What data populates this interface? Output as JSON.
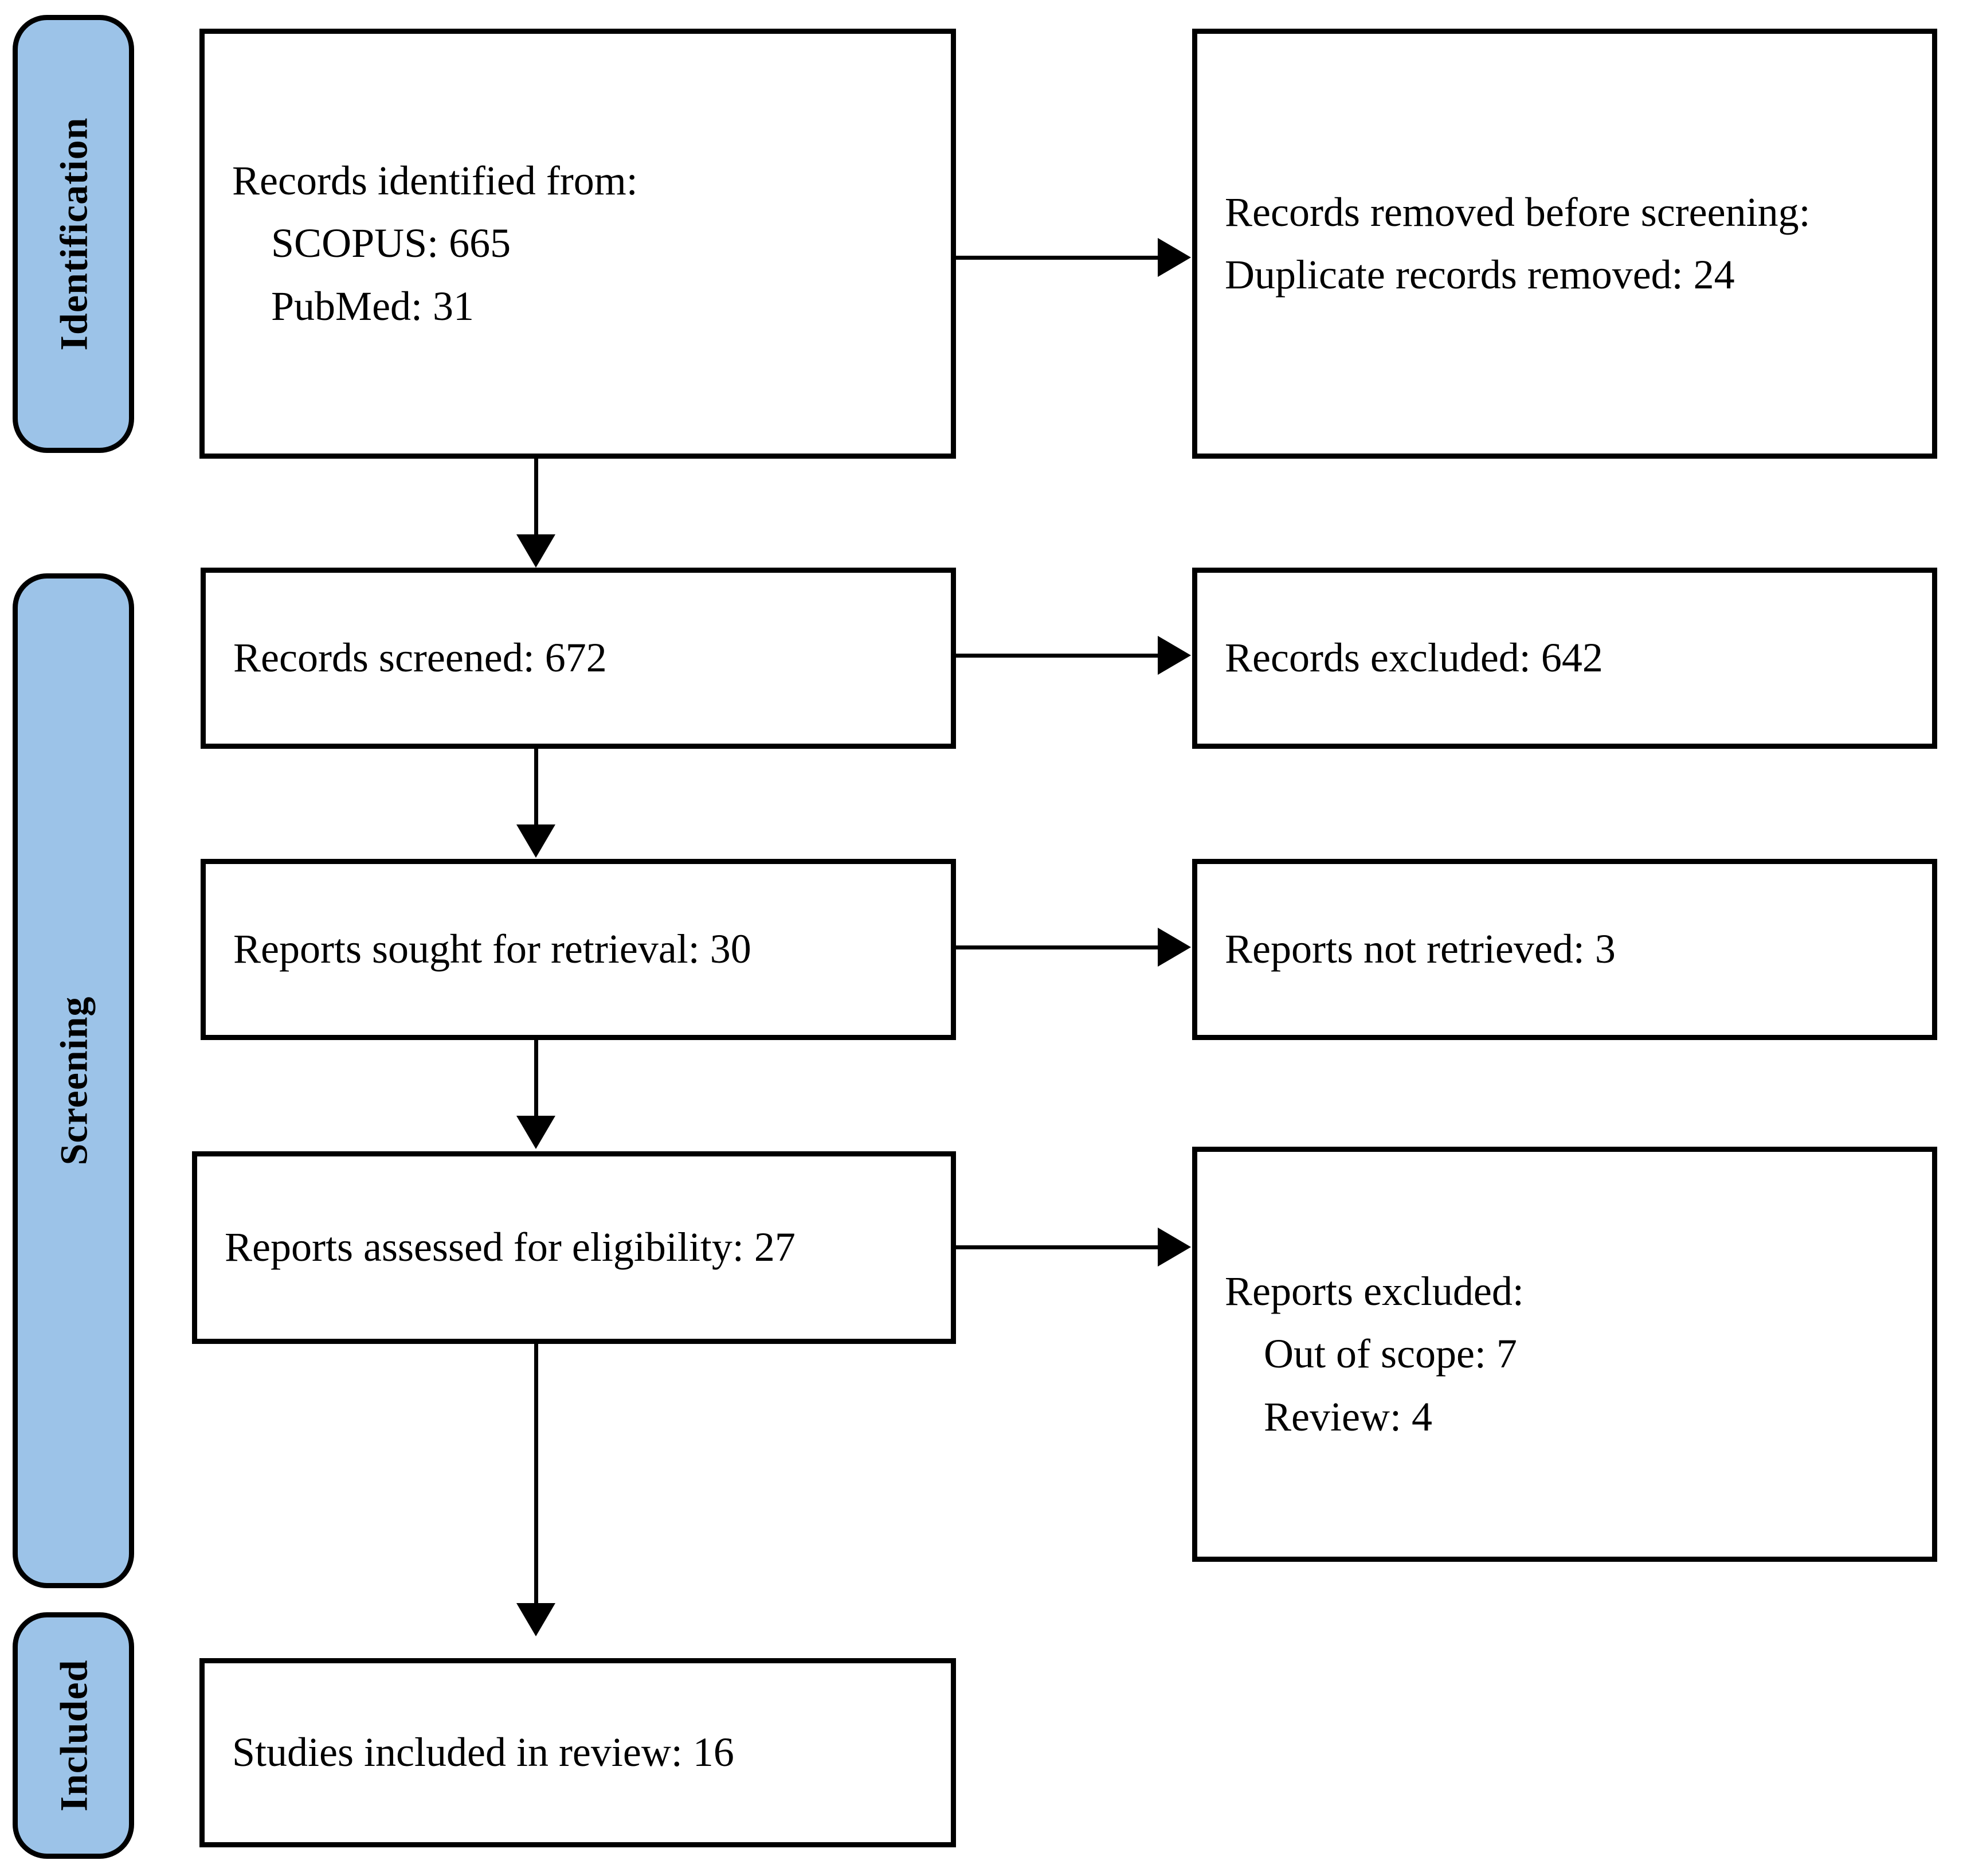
{
  "diagram": {
    "title": "PRISMA flow diagram",
    "accent_color": "#9CC3E8",
    "line_color": "#000000",
    "background": "#ffffff"
  },
  "stages": [
    {
      "id": "identification",
      "label": "Identification"
    },
    {
      "id": "screening",
      "label": "Screening"
    },
    {
      "id": "included",
      "label": "Included"
    }
  ],
  "boxes": {
    "records_identified": {
      "heading": "Records identified from:",
      "items": [
        "SCOPUS: 665",
        "PubMed: 31"
      ]
    },
    "records_removed": {
      "heading": "Records removed before screening:",
      "items": [
        "Duplicate records removed: 24"
      ]
    },
    "records_screened": {
      "heading": "Records screened: 672"
    },
    "records_excluded": {
      "heading": "Records excluded: 642"
    },
    "reports_sought": {
      "heading": "Reports sought for retrieval: 30"
    },
    "reports_not_retrieved": {
      "heading": "Reports not retrieved: 3"
    },
    "reports_assessed": {
      "heading": "Reports assessed for eligibility: 27"
    },
    "reports_excluded": {
      "heading": "Reports excluded:",
      "items": [
        "Out of scope: 7",
        "Review: 4"
      ]
    },
    "studies_included": {
      "heading": "Studies included in review: 16"
    }
  },
  "chart_data": {
    "type": "table",
    "title": "PRISMA 2020 flow diagram of study selection",
    "stages": [
      "Identification",
      "Screening",
      "Included"
    ],
    "nodes": [
      {
        "stage": "Identification",
        "label": "Records identified from: SCOPUS",
        "value": 665
      },
      {
        "stage": "Identification",
        "label": "Records identified from: PubMed",
        "value": 31
      },
      {
        "stage": "Identification",
        "label": "Duplicate records removed",
        "value": 24
      },
      {
        "stage": "Screening",
        "label": "Records screened",
        "value": 672
      },
      {
        "stage": "Screening",
        "label": "Records excluded",
        "value": 642
      },
      {
        "stage": "Screening",
        "label": "Reports sought for retrieval",
        "value": 30
      },
      {
        "stage": "Screening",
        "label": "Reports not retrieved",
        "value": 3
      },
      {
        "stage": "Screening",
        "label": "Reports assessed for eligibility",
        "value": 27
      },
      {
        "stage": "Screening",
        "label": "Reports excluded: Out of scope",
        "value": 7
      },
      {
        "stage": "Screening",
        "label": "Reports excluded: Review",
        "value": 4
      },
      {
        "stage": "Included",
        "label": "Studies included in review",
        "value": 16
      }
    ]
  }
}
